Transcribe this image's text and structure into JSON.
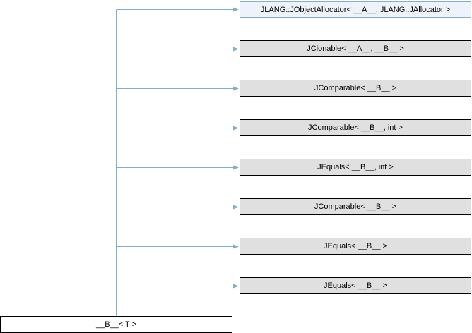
{
  "derived": {
    "label": "__B__< T >"
  },
  "bases": [
    {
      "label": "JLANG::JObjectAllocator< __A__, JLANG::JAllocator >",
      "style": "link"
    },
    {
      "label": "JClonable< __A__, __B__ >",
      "style": "plain"
    },
    {
      "label": "JComparable< __B__ >",
      "style": "plain"
    },
    {
      "label": "JComparable< __B__, int >",
      "style": "plain"
    },
    {
      "label": "JEquals< __B__, int >",
      "style": "plain"
    },
    {
      "label": "JComparable< __B__ >",
      "style": "plain"
    },
    {
      "label": "JEquals< __B__ >",
      "style": "plain"
    },
    {
      "label": "JEquals< __B__ >",
      "style": "plain"
    }
  ],
  "colors": {
    "edge": "#84b0c7",
    "node_fill": "#e0e0e0",
    "link_fill": "#eef3fb",
    "border": "#000000"
  }
}
